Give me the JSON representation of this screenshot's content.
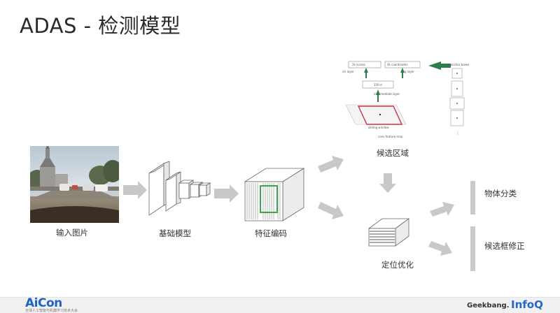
{
  "title": "ADAS - 检测模型",
  "stages": {
    "input": "输入图片",
    "base_model": "基础模型",
    "feature_encoding": "特征编码",
    "candidate_region": "候选区域",
    "location_refine": "定位优化",
    "classification": "物体分类",
    "box_refine": "候选框修正"
  },
  "rpn_detail": {
    "cls_box": "2k scores",
    "reg_box": "4k coordinates",
    "cls_side": "cls layer",
    "reg_side": "reg layer",
    "mid_box": "256-d",
    "mid_side": "intermediate layer",
    "window_label": "sliding window",
    "feature_map_label": "conv feature map",
    "anchor_label": "k anchor boxes"
  },
  "footer": {
    "aicon": "AiCon",
    "aicon_sub": "全球人工智能与机器学习技术大会",
    "geekbang": "Geekbang.",
    "infoq": "InfoQ"
  },
  "colors": {
    "arrow_gray": "#c8c8c8",
    "arrow_green": "#2e7d4f",
    "highlight_green": "#3aa84a",
    "window_red": "#d0304a",
    "brand_blue": "#1e63c4"
  }
}
